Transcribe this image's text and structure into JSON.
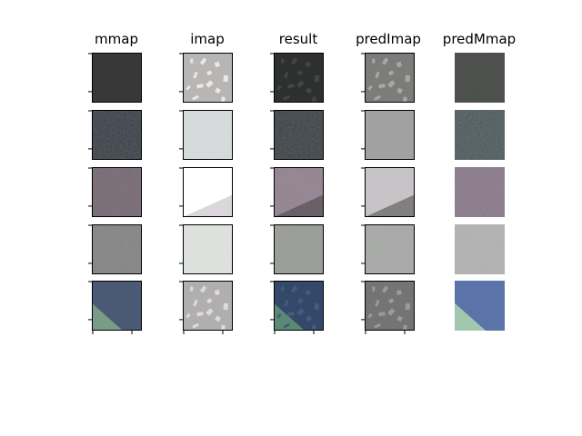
{
  "columns": [
    {
      "key": "mmap",
      "title": "mmap",
      "has_axes": true
    },
    {
      "key": "imap",
      "title": "imap",
      "has_axes": true
    },
    {
      "key": "result",
      "title": "result",
      "has_axes": true
    },
    {
      "key": "predImap",
      "title": "predImap",
      "has_axes": true
    },
    {
      "key": "predMmap",
      "title": "predMmap",
      "has_axes": false
    }
  ],
  "rows": [
    {
      "tiles": [
        {
          "base": "#333333",
          "noise": "low"
        },
        {
          "base": "#b8b6b4",
          "spots": "#e8e8e8"
        },
        {
          "base": "#2e3030",
          "spots": "#444646"
        },
        {
          "base": "#7c7c7a",
          "spots": "#a8a8a8"
        },
        {
          "base": "#4a4c4a",
          "noise": "low"
        }
      ]
    },
    {
      "tiles": [
        {
          "base": "#3a4148",
          "noise": "mid"
        },
        {
          "base": "#d9dede",
          "noise": "fine"
        },
        {
          "base": "#3c4247",
          "noise": "mid"
        },
        {
          "base": "#9e9e9e",
          "noise": "fine"
        },
        {
          "base": "#4d5a5e",
          "noise": "mid"
        }
      ]
    },
    {
      "tiles": [
        {
          "base": "#6a5a66",
          "noise": "high"
        },
        {
          "base": "#ffffff",
          "corner": "#d6d2d8"
        },
        {
          "base": "#8a7888",
          "noise": "high",
          "corner": "#4a4048"
        },
        {
          "base": "#c6c4c6",
          "corner": "#7a7878"
        },
        {
          "base": "#806e80",
          "noise": "high"
        }
      ]
    },
    {
      "tiles": [
        {
          "base": "#7a7a7a",
          "noise": "high"
        },
        {
          "base": "#e2e6e2",
          "noise": "fine"
        },
        {
          "base": "#929690",
          "noise": "high"
        },
        {
          "base": "#a6a8a6",
          "noise": "fine"
        },
        {
          "base": "#b0b0b0",
          "noise": "high"
        }
      ]
    },
    {
      "tiles": [
        {
          "base": "#4a5a76",
          "triangle": "#7a9c86"
        },
        {
          "base": "#b0aeae",
          "spots": "#dcdcdc"
        },
        {
          "base": "#34486a",
          "triangle": "#5a8a74",
          "spots": "#465c7c"
        },
        {
          "base": "#747474",
          "spots": "#9a9a9a"
        },
        {
          "base": "#5a74aa",
          "triangle": "#a2c6ae"
        }
      ]
    }
  ]
}
